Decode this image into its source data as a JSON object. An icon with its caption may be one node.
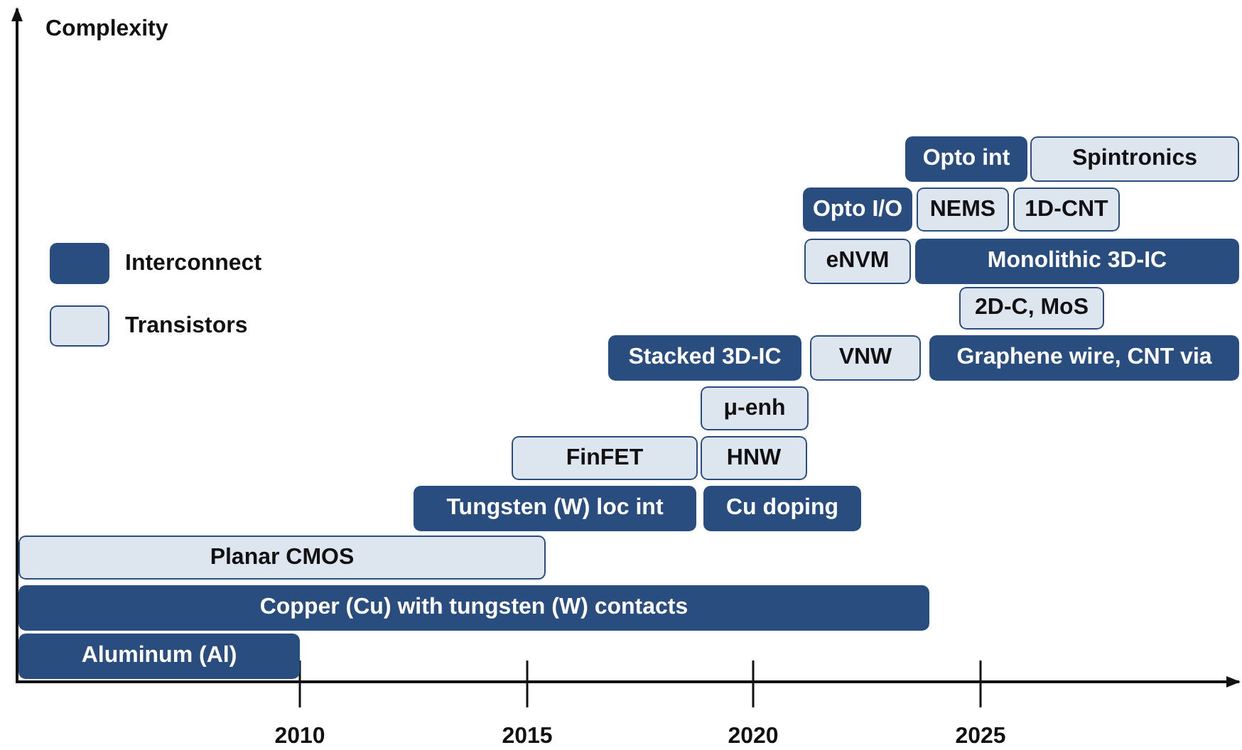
{
  "diagram": {
    "nodes": [
      {
        "text": [
          "Opto int"
        ]
      },
      {
        "text": [
          "Spintronics"
        ]
      },
      {
        "text": [
          "Opto I/O"
        ]
      },
      {
        "text": [
          "NEMS"
        ]
      },
      {
        "text": [
          "1D-CNT"
        ]
      },
      {
        "text": [
          "eNVM"
        ]
      },
      {
        "text": [
          "Monolithic 3D-IC"
        ]
      },
      {
        "text": [
          "2D-C, MoS"
        ]
      },
      {
        "text": [
          "Stacked 3D-IC"
        ]
      },
      {
        "text": [
          "VNW"
        ]
      },
      {
        "text": [
          "Graphene wire, CNT via"
        ]
      },
      {
        "text": [
          "μ-enh"
        ]
      },
      {
        "text": [
          "FinFET"
        ]
      },
      {
        "text": [
          "HNW"
        ]
      },
      {
        "text": [
          "Tungsten (W) loc int"
        ]
      },
      {
        "text": [
          "Cu doping"
        ]
      },
      {
        "text": [
          "Planar CMOS"
        ]
      },
      {
        "text": [
          "Copper (Cu) with tungsten (W) contacts"
        ]
      },
      {
        "text": [
          "Aluminum (Al)"
        ]
      }
    ],
    "edges": [],
    "labels": [
      "Complexity",
      "2010",
      "2015",
      "2020",
      "2025"
    ],
    "legend": [
      {
        "text": "Interconnect",
        "color": "#2a4d7f"
      },
      {
        "text": "Transistors",
        "color": "#dde5ef"
      }
    ]
  }
}
